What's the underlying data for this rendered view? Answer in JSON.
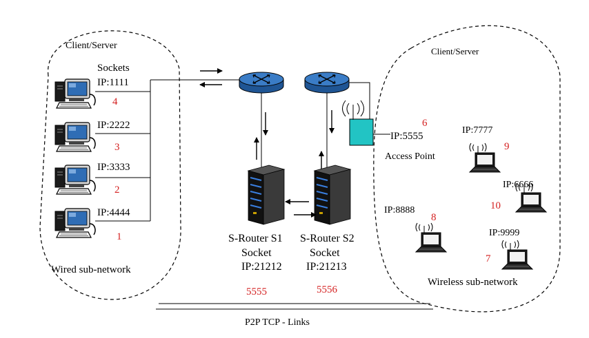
{
  "labels": {
    "client_server_left": "Client/Server",
    "client_server_right": "Client/Server",
    "sockets": "Sockets",
    "wired_subnetwork": "Wired sub-network",
    "wireless_subnetwork": "Wireless sub-network",
    "access_point": "Access Point",
    "p2p_links": "P2P TCP - Links"
  },
  "wired_clients": [
    {
      "ip": "IP:1111",
      "num": "4"
    },
    {
      "ip": "IP:2222",
      "num": "3"
    },
    {
      "ip": "IP:3333",
      "num": "2"
    },
    {
      "ip": "IP:4444",
      "num": "1"
    }
  ],
  "access_point": {
    "ip": "IP:5555",
    "num": "6"
  },
  "wireless_clients": [
    {
      "ip": "IP:7777",
      "num": "9"
    },
    {
      "ip": "IP:6666",
      "num": "10"
    },
    {
      "ip": "IP:8888",
      "num": "8"
    },
    {
      "ip": "IP:9999",
      "num": "7"
    }
  ],
  "routers": [
    {
      "name": "S-Router S1",
      "socket": "Socket",
      "ip": "IP:21212",
      "port": "5555"
    },
    {
      "name": "S-Router S2",
      "socket": "Socket",
      "ip": "IP:21213",
      "port": "5556"
    }
  ],
  "colors": {
    "router_blue": "#2f6db5",
    "access_point_teal": "#22c4c4",
    "number_red": "#d42020",
    "server_dark": "#2a2a2a",
    "server_led": "#3a7fe0"
  }
}
